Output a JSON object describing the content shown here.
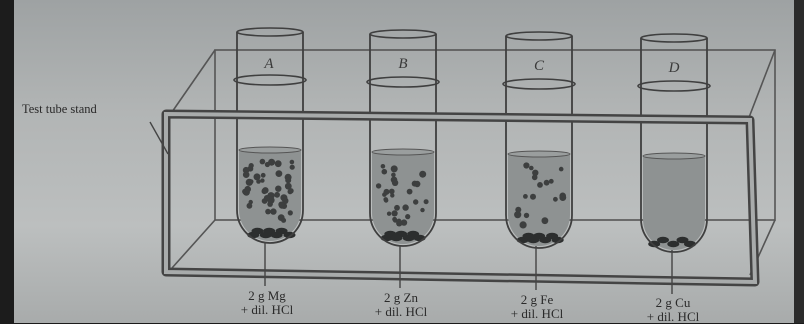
{
  "stand_label": "Test tube stand",
  "tubes": [
    {
      "letter": "A",
      "mass": "2 g Mg",
      "acid": "+ dil. HCl"
    },
    {
      "letter": "B",
      "mass": "2 g Zn",
      "acid": "+ dil. HCl"
    },
    {
      "letter": "C",
      "mass": "2 g Fe",
      "acid": "+ dil. HCl"
    },
    {
      "letter": "D",
      "mass": "2 g Cu",
      "acid": "+ dil. HCl"
    }
  ]
}
